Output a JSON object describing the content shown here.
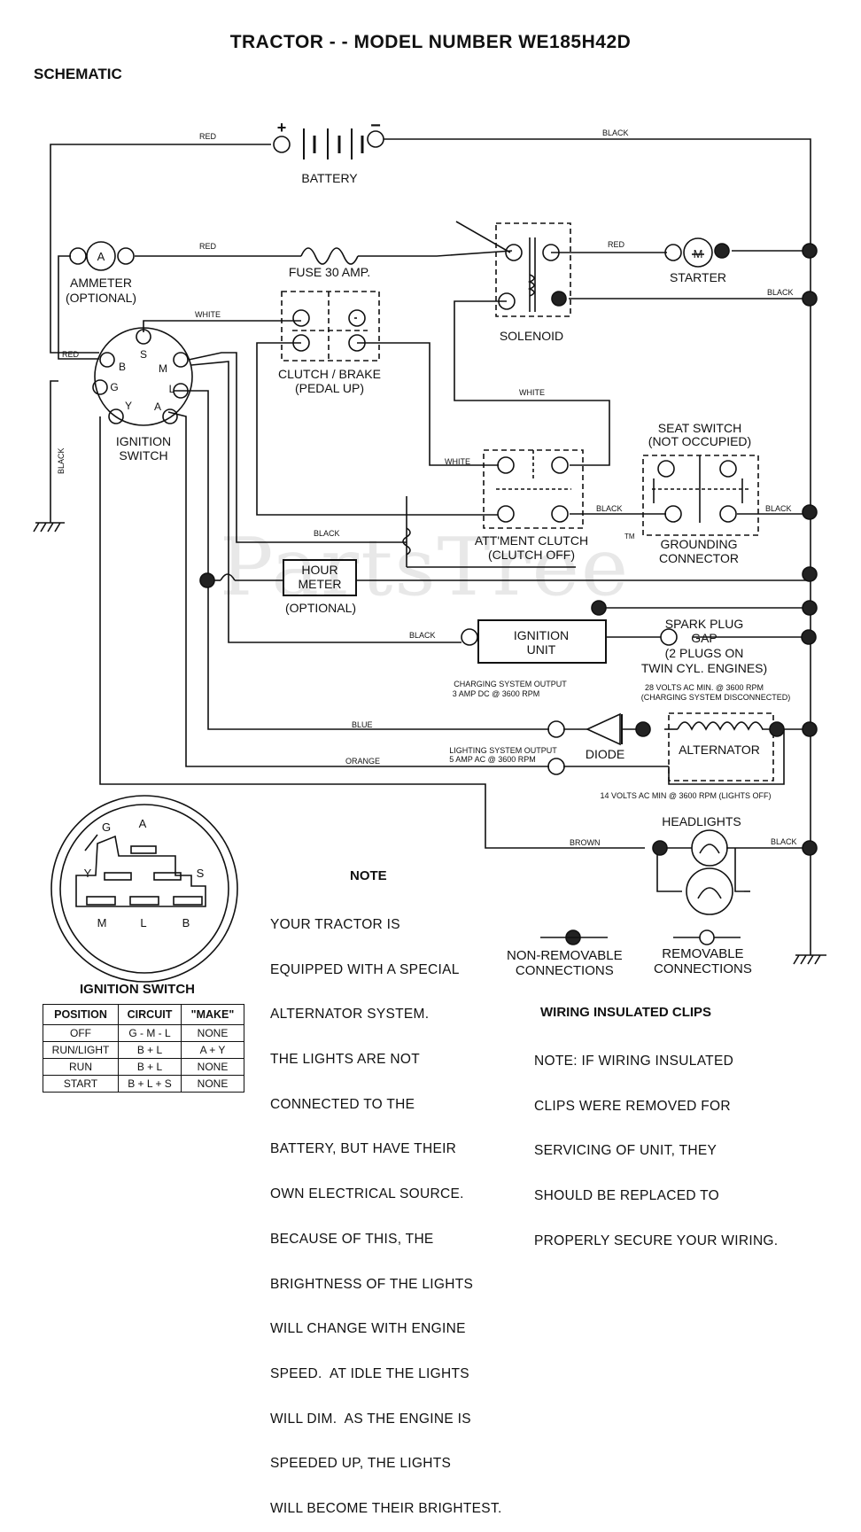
{
  "title": "TRACTOR - - MODEL NUMBER WE185H42D",
  "subtitle": "SCHEMATIC",
  "watermark": "PartsTree",
  "trademark": "TM",
  "components": {
    "battery": "BATTERY",
    "battery_plus": "+",
    "battery_minus": "−",
    "ammeter": "AMMETER",
    "ammeter_optional": "(OPTIONAL)",
    "ammeter_symbol": "A",
    "fuse": "FUSE 30 AMP.",
    "solenoid": "SOLENOID",
    "starter": "STARTER",
    "starter_symbol": "M",
    "ignition_switch": [
      "IGNITION",
      "SWITCH"
    ],
    "ignition_terminals": [
      "B",
      "S",
      "M",
      "G",
      "L",
      "Y",
      "A"
    ],
    "clutch_brake": [
      "CLUTCH / BRAKE",
      "(PEDAL UP)"
    ],
    "seat_switch": [
      "SEAT SWITCH",
      "(NOT OCCUPIED)"
    ],
    "attachment_clutch": [
      "ATT'MENT CLUTCH",
      "(CLUTCH OFF)"
    ],
    "grounding_connector": [
      "GROUNDING",
      "CONNECTOR"
    ],
    "hour_meter": [
      "HOUR",
      "METER"
    ],
    "hour_meter_optional": "(OPTIONAL)",
    "ignition_unit": [
      "IGNITION",
      "UNIT"
    ],
    "spark_plug": [
      "SPARK PLUG",
      "GAP",
      "(2 PLUGS ON",
      "TWIN CYL. ENGINES)"
    ],
    "diode": "DIODE",
    "alternator": "ALTERNATOR",
    "headlights": "HEADLIGHTS"
  },
  "wire_labels": {
    "red": "RED",
    "black": "BLACK",
    "white": "WHITE",
    "blue": "BLUE",
    "orange": "ORANGE",
    "brown": "BROWN"
  },
  "annotations": {
    "charging_output": [
      "CHARGING SYSTEM OUTPUT",
      "3 AMP DC @ 3600 RPM"
    ],
    "lighting_output": [
      "LIGHTING SYSTEM OUTPUT",
      "5 AMP AC @ 3600 RPM"
    ],
    "volts_28": [
      "28 VOLTS AC MIN. @ 3600 RPM",
      "(CHARGING SYSTEM DISCONNECTED)"
    ],
    "volts_14": "14 VOLTS AC MIN @ 3600 RPM (LIGHTS OFF)"
  },
  "connector_diagram": {
    "labels": [
      "G",
      "A",
      "Y",
      "S",
      "M",
      "L",
      "B"
    ]
  },
  "ignition_switch_table": {
    "title": "IGNITION SWITCH",
    "headers": [
      "POSITION",
      "CIRCUIT",
      "\"MAKE\""
    ],
    "rows": [
      [
        "OFF",
        "G - M - L",
        "NONE"
      ],
      [
        "RUN/LIGHT",
        "B + L",
        "A + Y"
      ],
      [
        "RUN",
        "B + L",
        "NONE"
      ],
      [
        "START",
        "B + L + S",
        "NONE"
      ]
    ]
  },
  "note": {
    "title": "NOTE",
    "lines": [
      "YOUR TRACTOR IS",
      "EQUIPPED WITH A SPECIAL",
      "ALTERNATOR SYSTEM.",
      "THE LIGHTS ARE NOT",
      "CONNECTED TO THE",
      "BATTERY, BUT HAVE THEIR",
      "OWN ELECTRICAL SOURCE.",
      "BECAUSE OF THIS, THE",
      "BRIGHTNESS OF THE LIGHTS",
      "WILL CHANGE WITH ENGINE",
      "SPEED.  AT IDLE THE LIGHTS",
      "WILL DIM.  AS THE ENGINE IS",
      "SPEEDED UP, THE LIGHTS",
      "WILL BECOME THEIR BRIGHTEST."
    ]
  },
  "legend": {
    "non_removable": "NON-REMOVABLE\nCONNECTIONS",
    "removable": "REMOVABLE\nCONNECTIONS"
  },
  "wiring_clips": {
    "title": "WIRING INSULATED CLIPS",
    "lines": [
      "NOTE: IF WIRING INSULATED",
      "CLIPS WERE REMOVED FOR",
      "SERVICING OF UNIT, THEY",
      "SHOULD BE REPLACED TO",
      "PROPERLY SECURE YOUR WIRING."
    ]
  }
}
